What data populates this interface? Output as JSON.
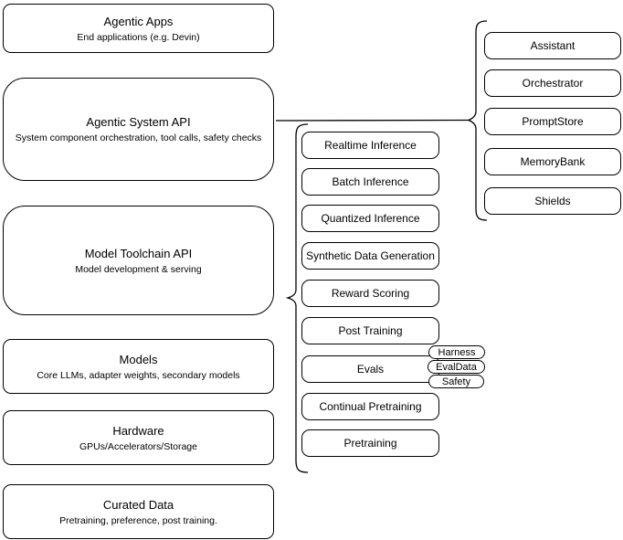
{
  "diagram": {
    "background_color": "#ffffff",
    "stroke_color": "#000000",
    "text_color": "#000000"
  },
  "left_column": {
    "boxes": [
      {
        "title": "Agentic Apps",
        "subtitle": "End applications (e.g. Devin)"
      },
      {
        "title": "Agentic System API",
        "subtitle": "System component orchestration, tool calls, safety checks"
      },
      {
        "title": "Model Toolchain API",
        "subtitle": "Model development & serving"
      },
      {
        "title": "Models",
        "subtitle": "Core LLMs, adapter weights, secondary models"
      },
      {
        "title": "Hardware",
        "subtitle": "GPUs/Accelerators/Storage"
      },
      {
        "title": "Curated Data",
        "subtitle": "Pretraining, preference, post training."
      }
    ]
  },
  "toolchain_group": {
    "items": [
      {
        "label": "Realtime Inference"
      },
      {
        "label": "Batch Inference"
      },
      {
        "label": "Quantized Inference"
      },
      {
        "label": "Synthetic Data Generation"
      },
      {
        "label": "Reward Scoring"
      },
      {
        "label": "Post Training"
      },
      {
        "label": "Evals"
      },
      {
        "label": "Continual Pretraining"
      },
      {
        "label": "Pretraining"
      }
    ],
    "eval_tags": [
      {
        "label": "Harness"
      },
      {
        "label": "EvalData"
      },
      {
        "label": "Safety"
      }
    ]
  },
  "system_components_group": {
    "items": [
      {
        "label": "Assistant"
      },
      {
        "label": "Orchestrator"
      },
      {
        "label": "PromptStore"
      },
      {
        "label": "MemoryBank"
      },
      {
        "label": "Shields"
      }
    ]
  }
}
